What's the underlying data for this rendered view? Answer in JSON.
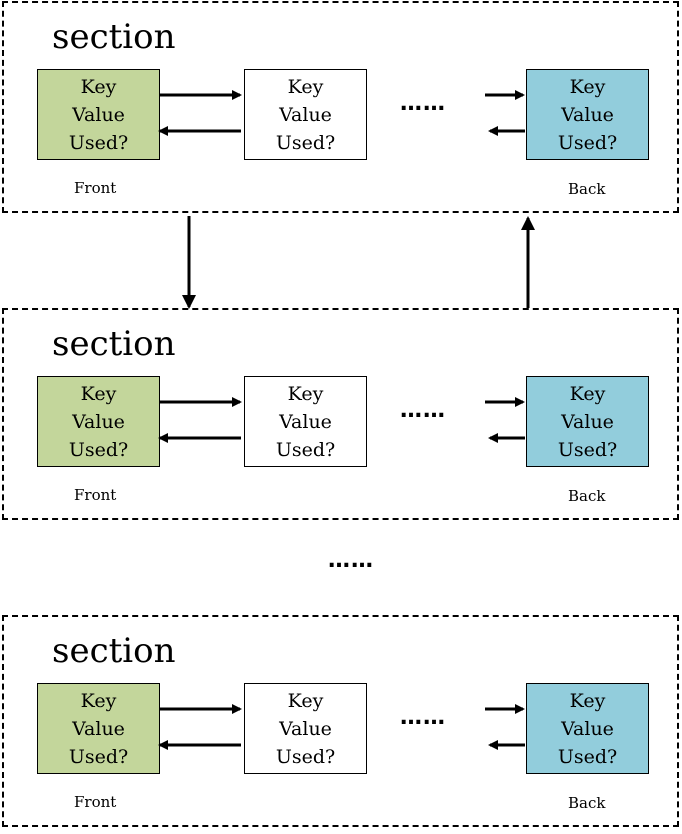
{
  "colors": {
    "front_fill": "#c3d69b",
    "middle_fill": "#ffffff",
    "back_fill": "#92cddc"
  },
  "sections": [
    {
      "title": "section",
      "front": {
        "lines": [
          "Key",
          "Value",
          "Used?"
        ],
        "caption": "Front"
      },
      "middle": {
        "lines": [
          "Key",
          "Value",
          "Used?"
        ]
      },
      "back": {
        "lines": [
          "Key",
          "Value",
          "Used?"
        ],
        "caption": "Back"
      },
      "ellipsis": "……"
    },
    {
      "title": "section",
      "front": {
        "lines": [
          "Key",
          "Value",
          "Used?"
        ],
        "caption": "Front"
      },
      "middle": {
        "lines": [
          "Key",
          "Value",
          "Used?"
        ]
      },
      "back": {
        "lines": [
          "Key",
          "Value",
          "Used?"
        ],
        "caption": "Back"
      },
      "ellipsis": "……"
    },
    {
      "title": "section",
      "front": {
        "lines": [
          "Key",
          "Value",
          "Used?"
        ],
        "caption": "Front"
      },
      "middle": {
        "lines": [
          "Key",
          "Value",
          "Used?"
        ]
      },
      "back": {
        "lines": [
          "Key",
          "Value",
          "Used?"
        ],
        "caption": "Back"
      },
      "ellipsis": "……"
    }
  ],
  "between_ellipsis": "……"
}
